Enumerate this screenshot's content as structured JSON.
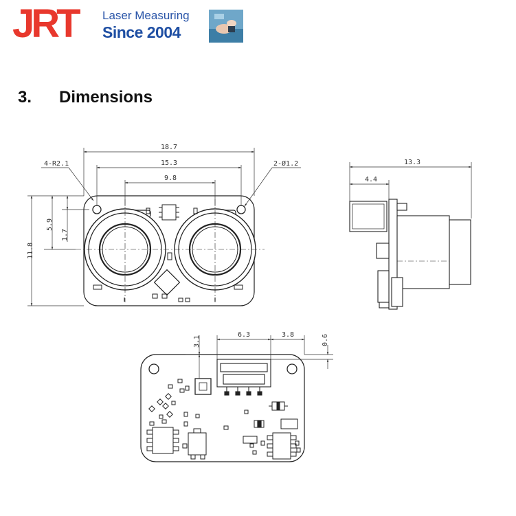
{
  "header": {
    "logo_text": "JRT",
    "tagline": "Laser Measuring",
    "since": "Since 2004",
    "colors": {
      "logo": "#e8382d",
      "brand_blue": "#1f4fa3"
    }
  },
  "section": {
    "number": "3.",
    "title": "Dimensions"
  },
  "front_view": {
    "dims": {
      "overall_width": "18.7",
      "lens_spacing": "15.3",
      "inner_width": "9.8",
      "corner_radius": "4-R2.1",
      "hole_callout": "2-Ø1.2",
      "height": "11.8",
      "half_height": "5.9",
      "offset": "1.7"
    }
  },
  "side_view": {
    "dims": {
      "depth": "13.3",
      "connector": "4.4"
    }
  },
  "back_view": {
    "dims": {
      "connector_width": "6.3",
      "edge_offset": "3.8",
      "vertical_offset": "3.1",
      "top_offset": "0.6"
    }
  }
}
